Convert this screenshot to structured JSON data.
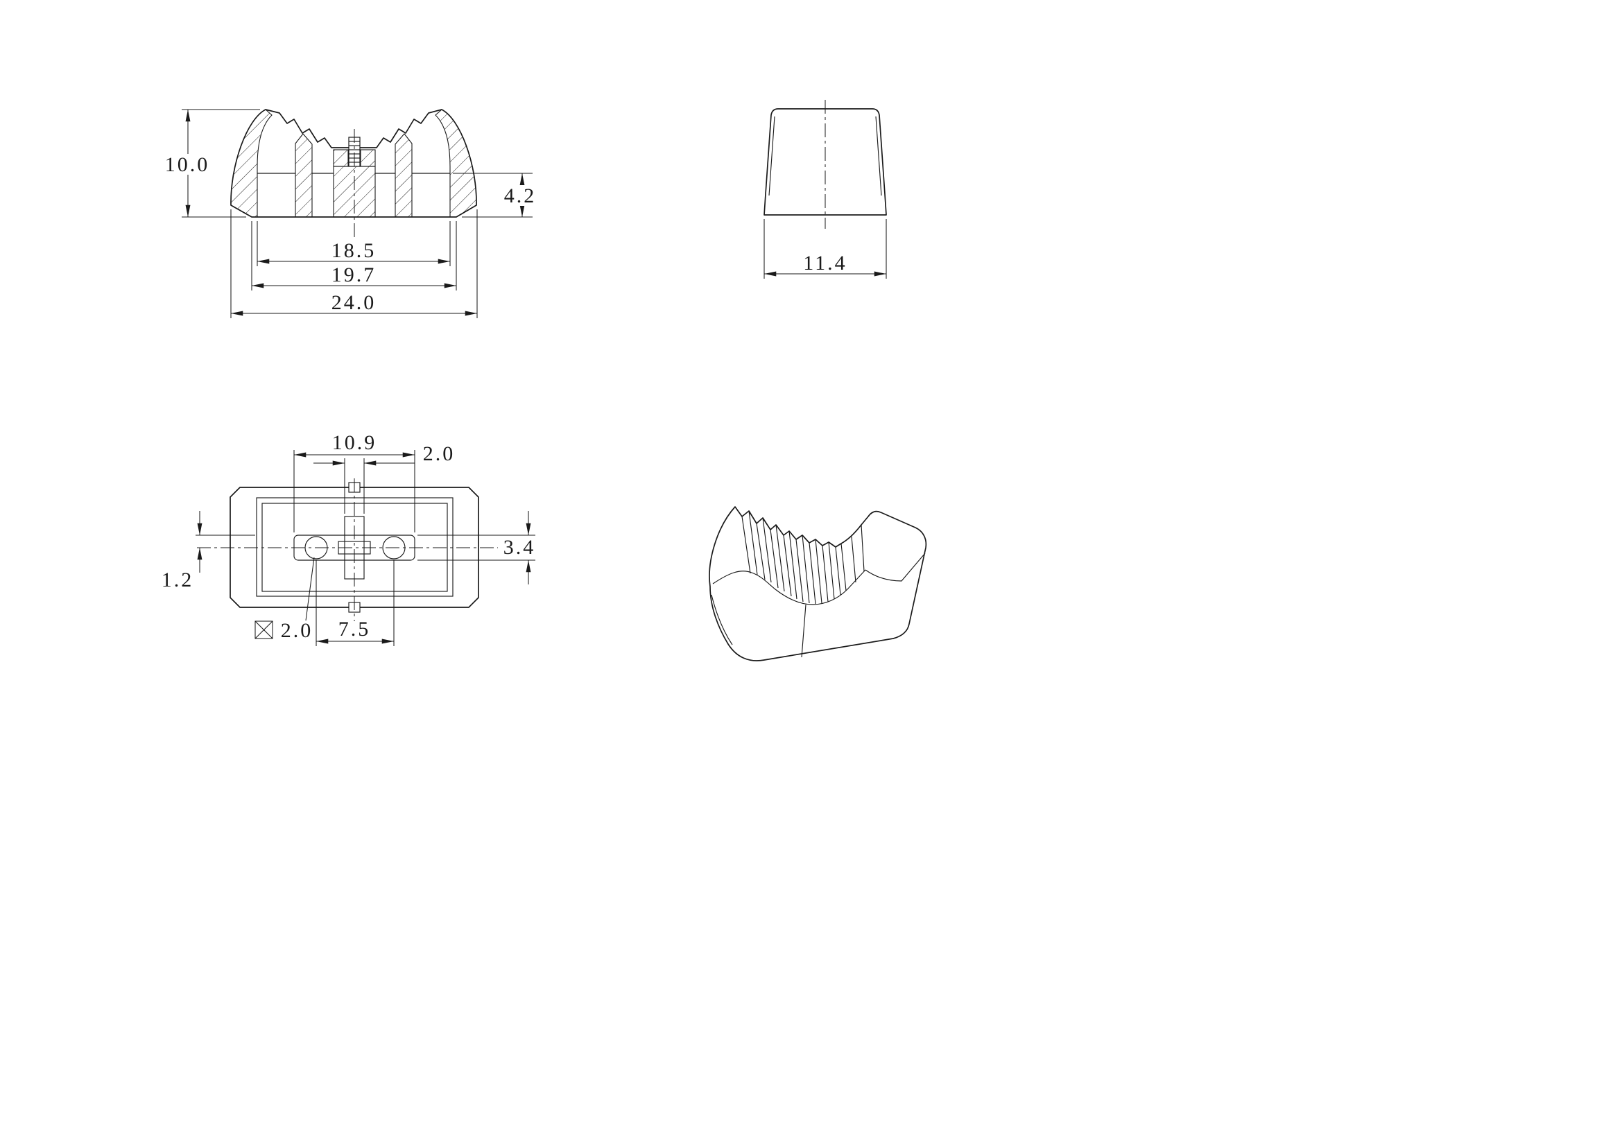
{
  "page": {
    "background_color": "#ffffff",
    "line_color": "#1a1a1a"
  },
  "views": {
    "front_section": {
      "dims": {
        "overall_height": "10.0",
        "base_inner_height": "4.2",
        "inner_opening_width": "18.5",
        "base_face_width": "19.7",
        "overall_width": "24.0"
      }
    },
    "side": {
      "dims": {
        "overall_depth": "11.4"
      }
    },
    "bottom": {
      "dims": {
        "slot_length": "10.9",
        "slot_width": "2.0",
        "center_boss_height": "3.4",
        "centerline_offset": "1.2",
        "hole_size": "2.0",
        "hole_spacing": "7.5"
      }
    }
  }
}
